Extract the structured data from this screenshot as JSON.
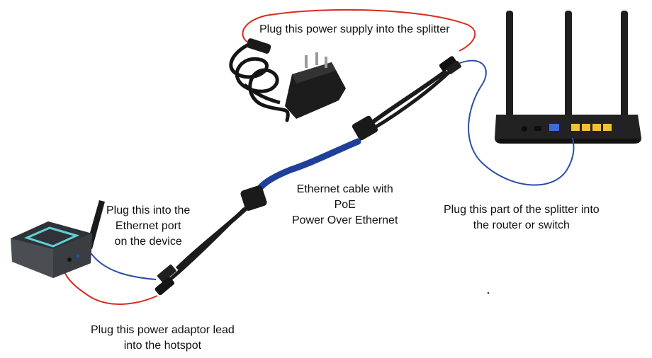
{
  "labels": {
    "power_supply": "Plug this power supply into the splitter",
    "ethernet_port": [
      "Plug this into the",
      "Ethernet port",
      "on the device"
    ],
    "ethernet_cable": [
      "Ethernet cable with",
      "PoE",
      "Power Over Ethernet"
    ],
    "splitter_router": [
      "Plug this part of the splitter into",
      "the router or switch"
    ],
    "power_adaptor": [
      "Plug this power adaptor lead",
      "into the hotspot"
    ]
  },
  "colors": {
    "power_wire": "#d92b1f",
    "ethernet_wire": "#2b4ea8",
    "poe_cable": "#1f3f9a",
    "black_cable": "#1b1b1b",
    "router_body": "#202020",
    "router_ports": "#f2c22e",
    "router_wan_port": "#3a6fd1",
    "hotspot_glow": "#5fd0d6"
  },
  "icons": {
    "device": "hotspot-device-icon",
    "adapter": "power-adapter-icon",
    "router": "router-icon",
    "splitter": "poe-splitter-icon"
  }
}
